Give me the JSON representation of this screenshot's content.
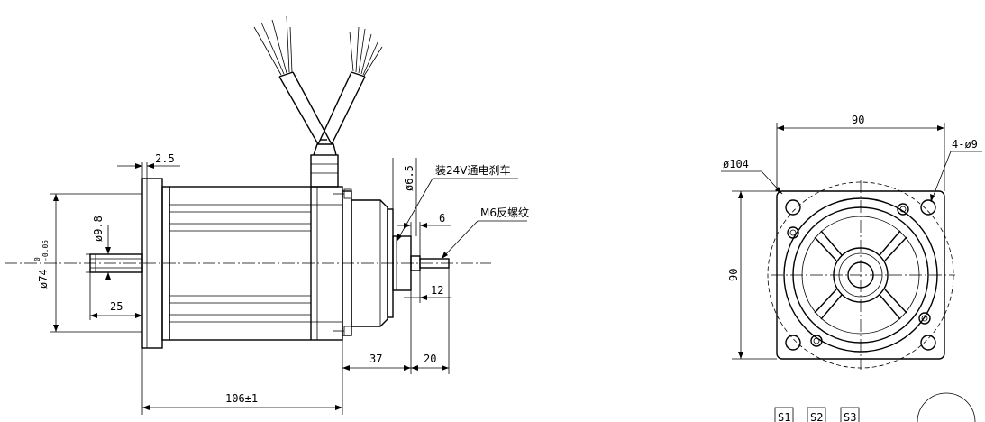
{
  "dimensions": {
    "flange_thickness": "2.5",
    "flange_diameter_main": "ø74",
    "flange_diameter_tol_upper": "0",
    "flange_diameter_tol_lower": "-0.05",
    "shaft_diameter": "ø9.8",
    "shaft_length": "25",
    "overall_length": "106±1",
    "brake_length": "37",
    "rear_shaft_length": "20",
    "rear_shaft_diameter": "ø6.5",
    "rear_step": "6",
    "rear_thread_length": "12",
    "square_width": "90",
    "square_height": "90",
    "bolt_circle": "ø104",
    "mount_holes": "4-ø9"
  },
  "notes": {
    "brake_note": "装24V通电刹车",
    "thread_note": "M6反螺纹"
  },
  "tolerance_boxes": [
    "S1",
    "S2",
    "S3"
  ]
}
